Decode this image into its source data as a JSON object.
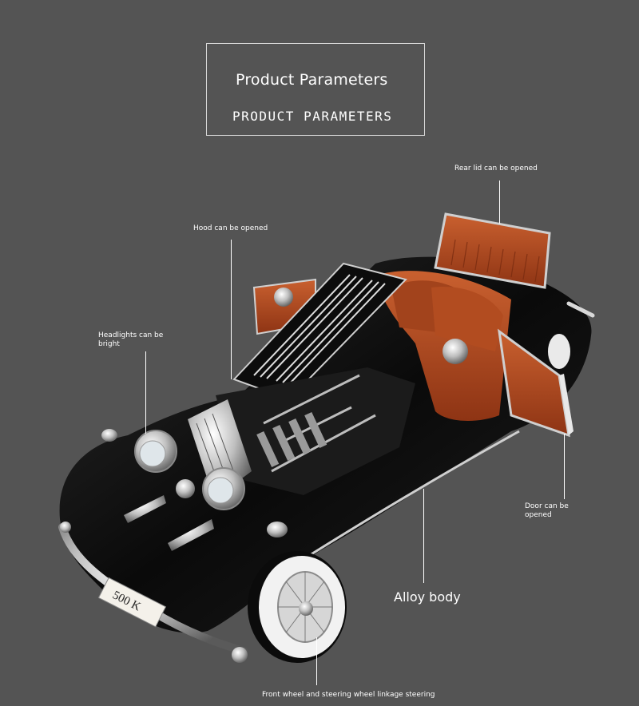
{
  "title": {
    "main": "Product Parameters",
    "sub": "PRODUCT PARAMETERS"
  },
  "callouts": {
    "rear_lid": "Rear lid can be opened",
    "hood": "Hood can be opened",
    "headlights": "Headlights can be bright",
    "door": "Door can be opened",
    "alloy_body": "Alloy body",
    "front_wheel": "Front wheel and steering wheel linkage steering"
  },
  "plate": {
    "text": "500 K"
  },
  "colors": {
    "background": "#545454",
    "body": "#0d0d0d",
    "interior": "#b3481f",
    "chrome": "#d8d8d8",
    "tire_white": "#f2f2f2"
  }
}
